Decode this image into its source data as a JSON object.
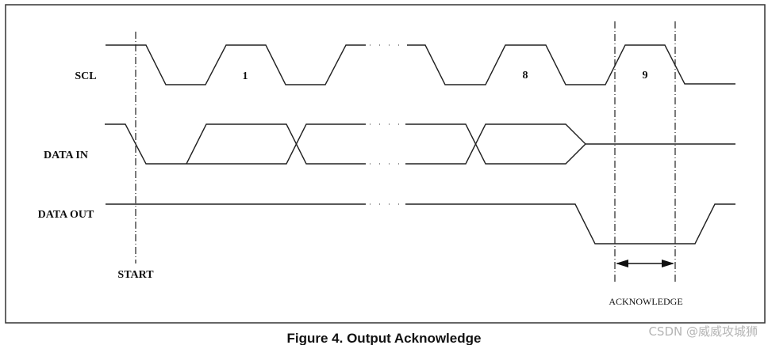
{
  "signals": {
    "scl": "SCL",
    "data_in": "DATA IN",
    "data_out": "DATA OUT"
  },
  "clock_labels": [
    "1",
    "8",
    "9"
  ],
  "markers": {
    "start": "START",
    "acknowledge": "ACKNOWLEDGE"
  },
  "caption": "Figure 4. Output Acknowledge",
  "watermark": "CSDN @威威攻城狮"
}
